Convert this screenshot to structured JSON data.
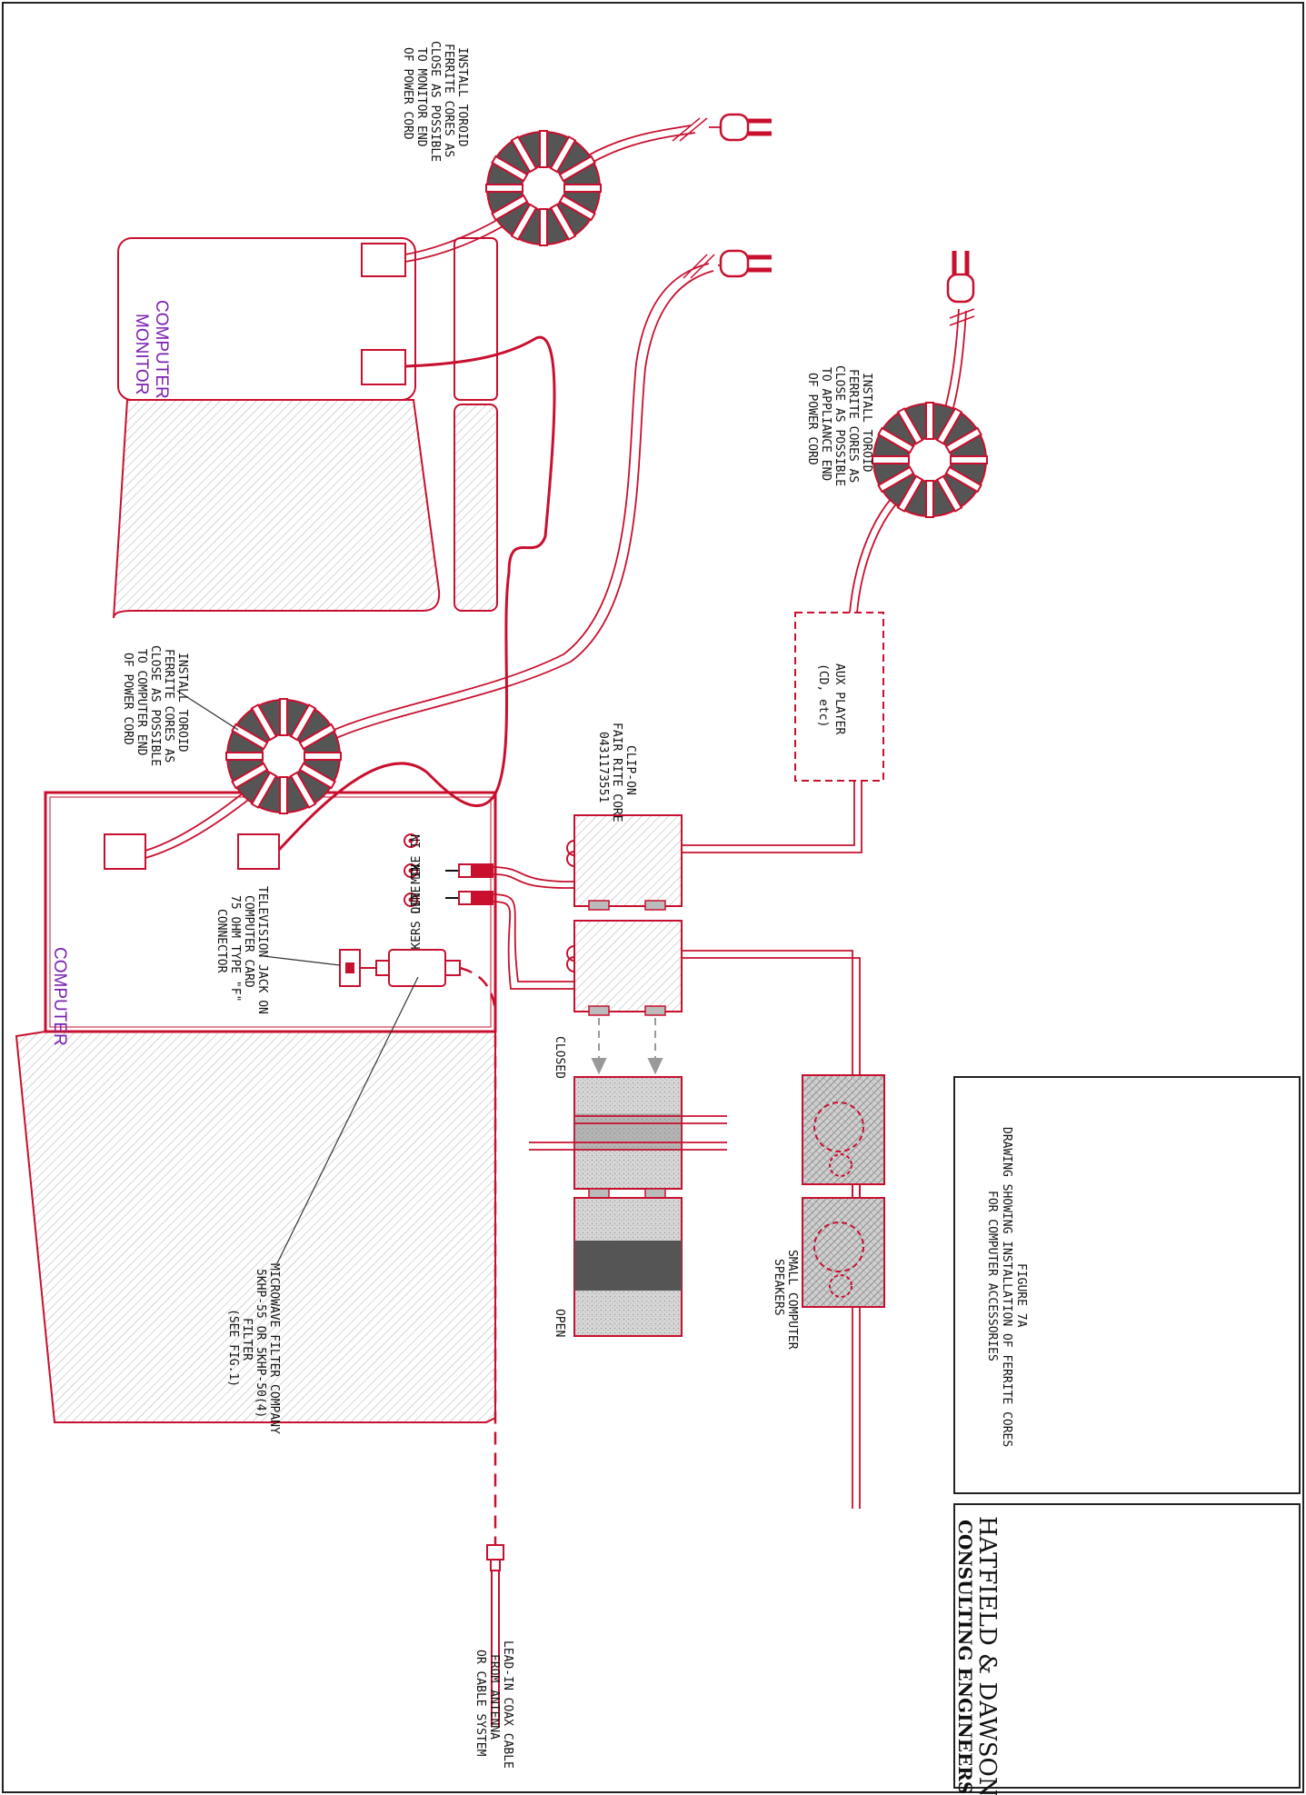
{
  "colors": {
    "wire": "#c8102e",
    "ink": "#111111",
    "label_purple": "#7a1fb0",
    "hatch": "#bbbbbb",
    "core": "#555555"
  },
  "labels": {
    "computer": "COMPUTER",
    "monitor_1": "COMPUTER",
    "monitor_2": "MONITOR",
    "toroid_monitor": [
      "INSTALL TOROID",
      "FERRITE CORES AS",
      "CLOSE AS POSSIBLE",
      "TO MONITOR END",
      "OF POWER CORD"
    ],
    "toroid_computer": [
      "INSTALL TOROID",
      "FERRITE CORES AS",
      "CLOSE AS POSSIBLE",
      "TO COMPUTER END",
      "OF POWER CORD"
    ],
    "toroid_appliance": [
      "INSTALL TOROID",
      "FERRITE CORES AS",
      "CLOSE AS POSSIBLE",
      "TO APPLIANCE END",
      "OF POWER CORD"
    ],
    "tv_jack": [
      "TELEVISION JACK ON",
      "COMPUTER CARD",
      "75 OHM TYPE \"F\"",
      "CONNECTOR"
    ],
    "filter": [
      "MICROWAVE FILTER COMPANY",
      "5KHP-55 OR 5KHP-50(4)",
      "FILTER",
      "(SEE FIG.1)"
    ],
    "leadin": [
      "LEAD-IN COAX CABLE",
      "FROM ANTENNA",
      "OR CABLE SYSTEM"
    ],
    "mike_in": "MIKE IN",
    "line_in": "LINE IN",
    "speakers_out": "SPEAKERS OUT",
    "clipon": [
      "CLIP-ON",
      "FAIR RITE CORE",
      "0431173551"
    ],
    "closed": "CLOSED",
    "open": "OPEN",
    "aux": [
      "AUX PLAYER",
      "(CD, etc)"
    ],
    "speakers": [
      "SMALL COMPUTER",
      "SPEAKERS"
    ],
    "figure": [
      "FIGURE 7A",
      "DRAWING SHOWING INSTALLATION OF FERRITE CORES",
      "FOR COMPUTER ACCESSORIES"
    ],
    "company_1": "HATFIELD & DAWSON",
    "company_2": "CONSULTING ENGINEERS"
  }
}
